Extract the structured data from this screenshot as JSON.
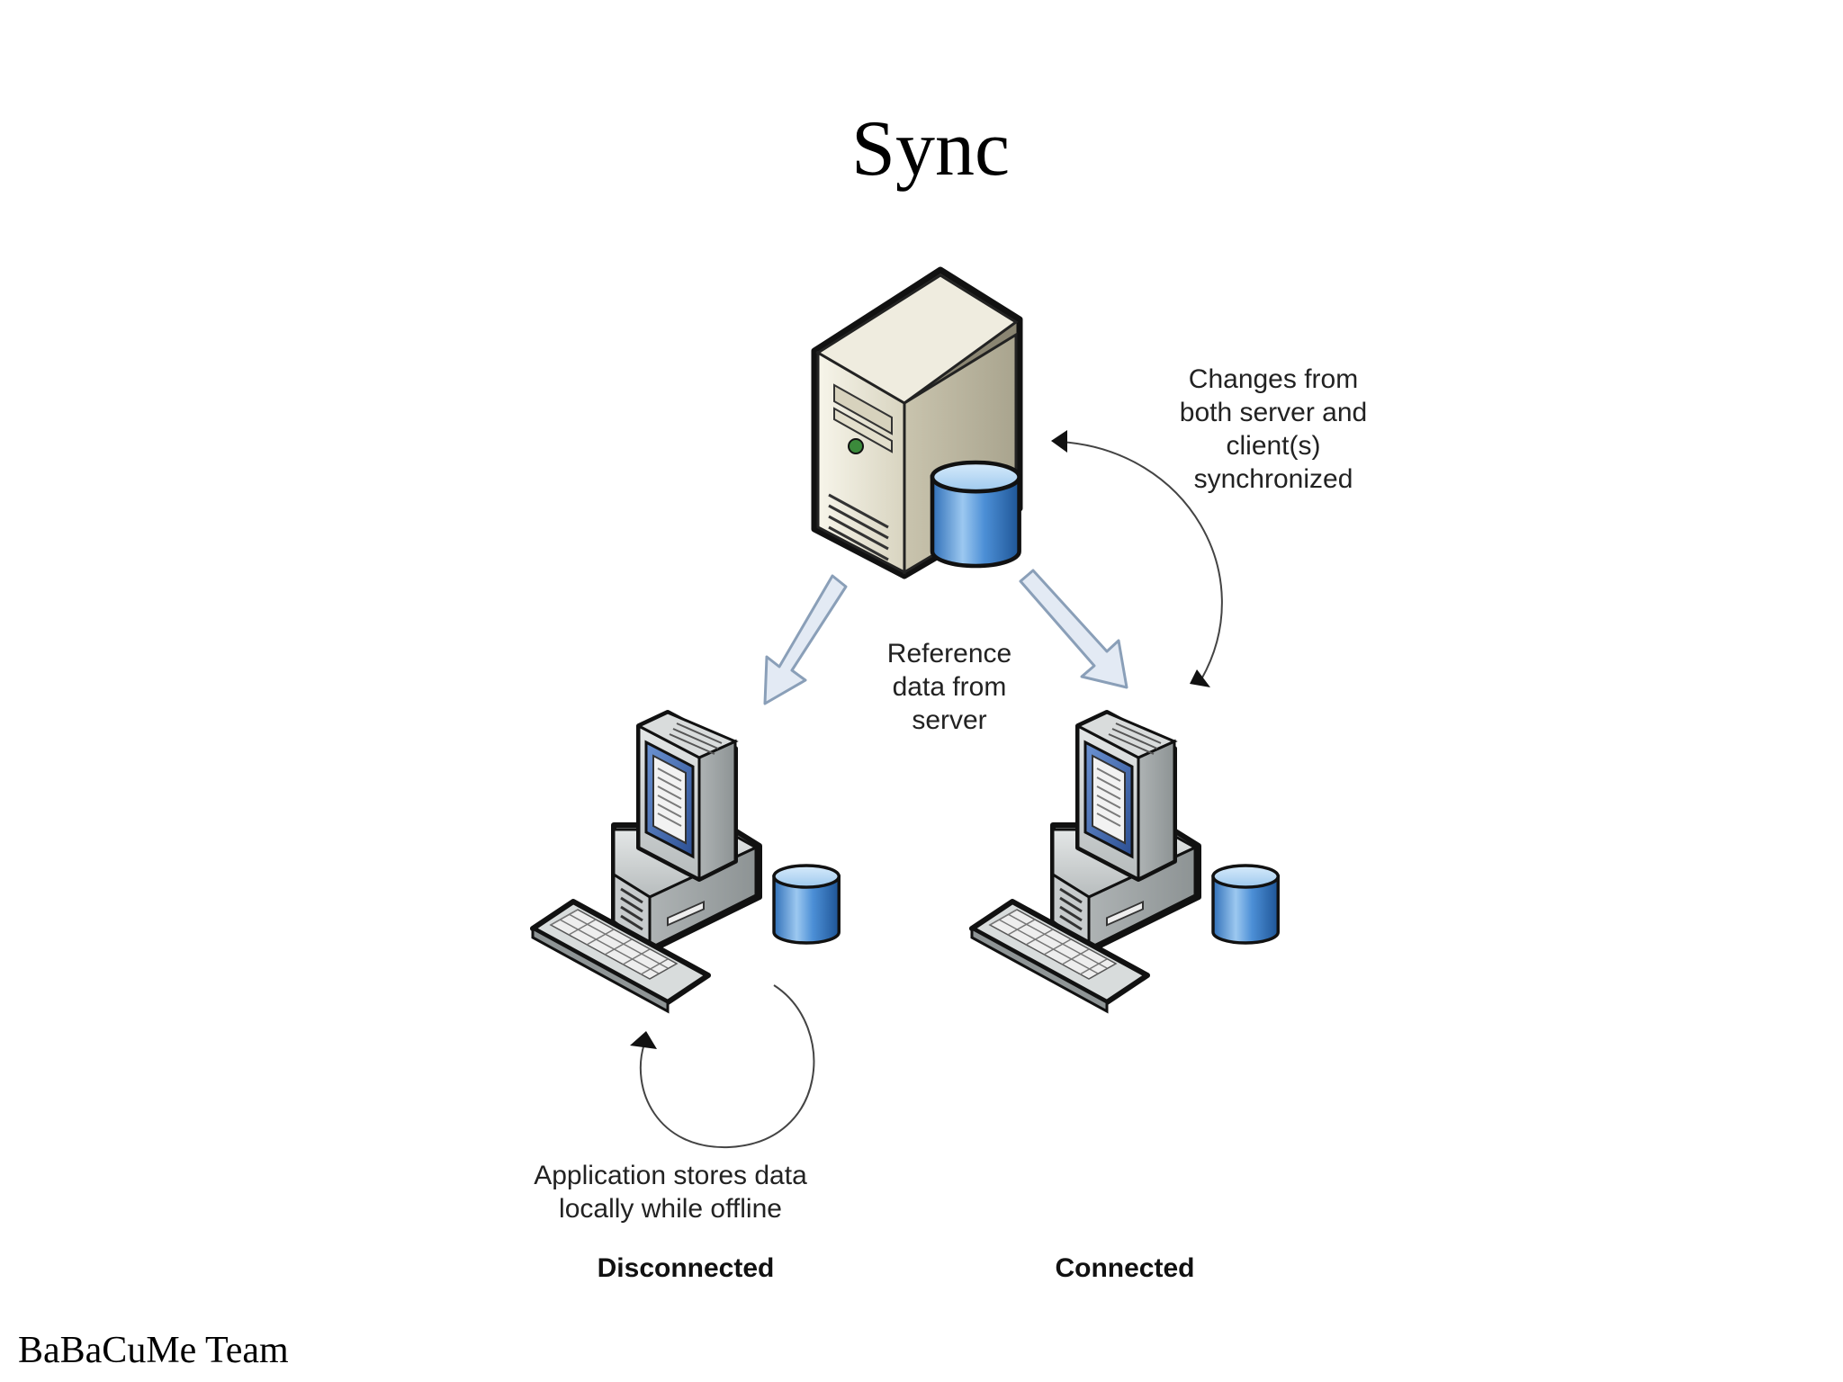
{
  "slide": {
    "title": "Sync",
    "footer": "BaBaCuMe Team"
  },
  "diagram": {
    "server": "server-icon",
    "clients": [
      "client-computer-icon",
      "client-computer-icon"
    ],
    "labels": {
      "changes_line1": "Changes from",
      "changes_line2": "both server and",
      "changes_line3": "client(s)",
      "changes_line4": "synchronized",
      "reference_line1": "Reference",
      "reference_line2": "data from",
      "reference_line3": "server",
      "offline_line1": "Application stores data",
      "offline_line2": "locally while offline",
      "disconnected": "Disconnected",
      "connected": "Connected"
    },
    "colors": {
      "server_body": "#e9e6d6",
      "database_blue": "#3f86cf",
      "monitor_gray": "#c8cccc",
      "screen_blue": "#4a72b8",
      "arrow_fill": "#e3eaf4",
      "arrow_stroke": "#8a9fb8"
    }
  }
}
